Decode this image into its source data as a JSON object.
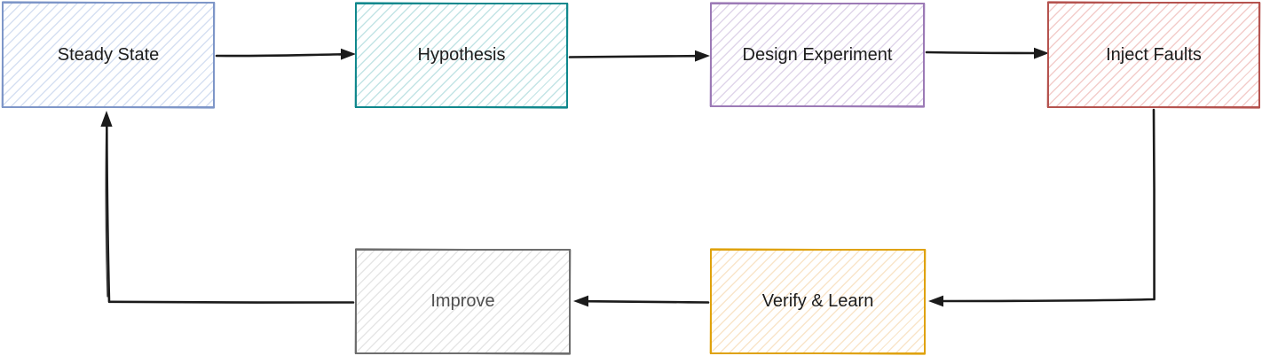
{
  "diagram": {
    "type": "flowchart-cycle",
    "background_color": "#ffffff",
    "connector_color": "#1b1b1b",
    "nodes": [
      {
        "id": "steady-state",
        "label": "Steady State",
        "border_color": "#7e96c8",
        "hatch_color": "#d6e0f2",
        "text_color": "#1c1c1c"
      },
      {
        "id": "hypothesis",
        "label": "Hypothesis",
        "border_color": "#11888d",
        "hatch_color": "#c3e4e5",
        "text_color": "#1c1c1c"
      },
      {
        "id": "design-experiment",
        "label": "Design Experiment",
        "border_color": "#9c7ab6",
        "hatch_color": "#e0d6ea",
        "text_color": "#1c1c1c"
      },
      {
        "id": "inject-faults",
        "label": "Inject Faults",
        "border_color": "#b5534f",
        "hatch_color": "#f3cdcb",
        "text_color": "#1c1c1c"
      },
      {
        "id": "verify-learn",
        "label": "Verify & Learn",
        "border_color": "#dfa20d",
        "hatch_color": "#f9e5ca",
        "text_color": "#1c1c1c"
      },
      {
        "id": "improve",
        "label": "Improve",
        "border_color": "#6e6e6e",
        "hatch_color": "#e6e6e6",
        "text_color": "#4f4f4f"
      }
    ],
    "edges": [
      {
        "from": "Steady State",
        "to": "Hypothesis",
        "style": "arrow-right"
      },
      {
        "from": "Hypothesis",
        "to": "Design Experiment",
        "style": "arrow-right"
      },
      {
        "from": "Design Experiment",
        "to": "Inject Faults",
        "style": "arrow-right"
      },
      {
        "from": "Inject Faults",
        "to": "Verify & Learn",
        "style": "arrow-down-left"
      },
      {
        "from": "Verify & Learn",
        "to": "Improve",
        "style": "arrow-left"
      },
      {
        "from": "Improve",
        "to": "Steady State",
        "style": "arrow-left-up"
      }
    ]
  }
}
